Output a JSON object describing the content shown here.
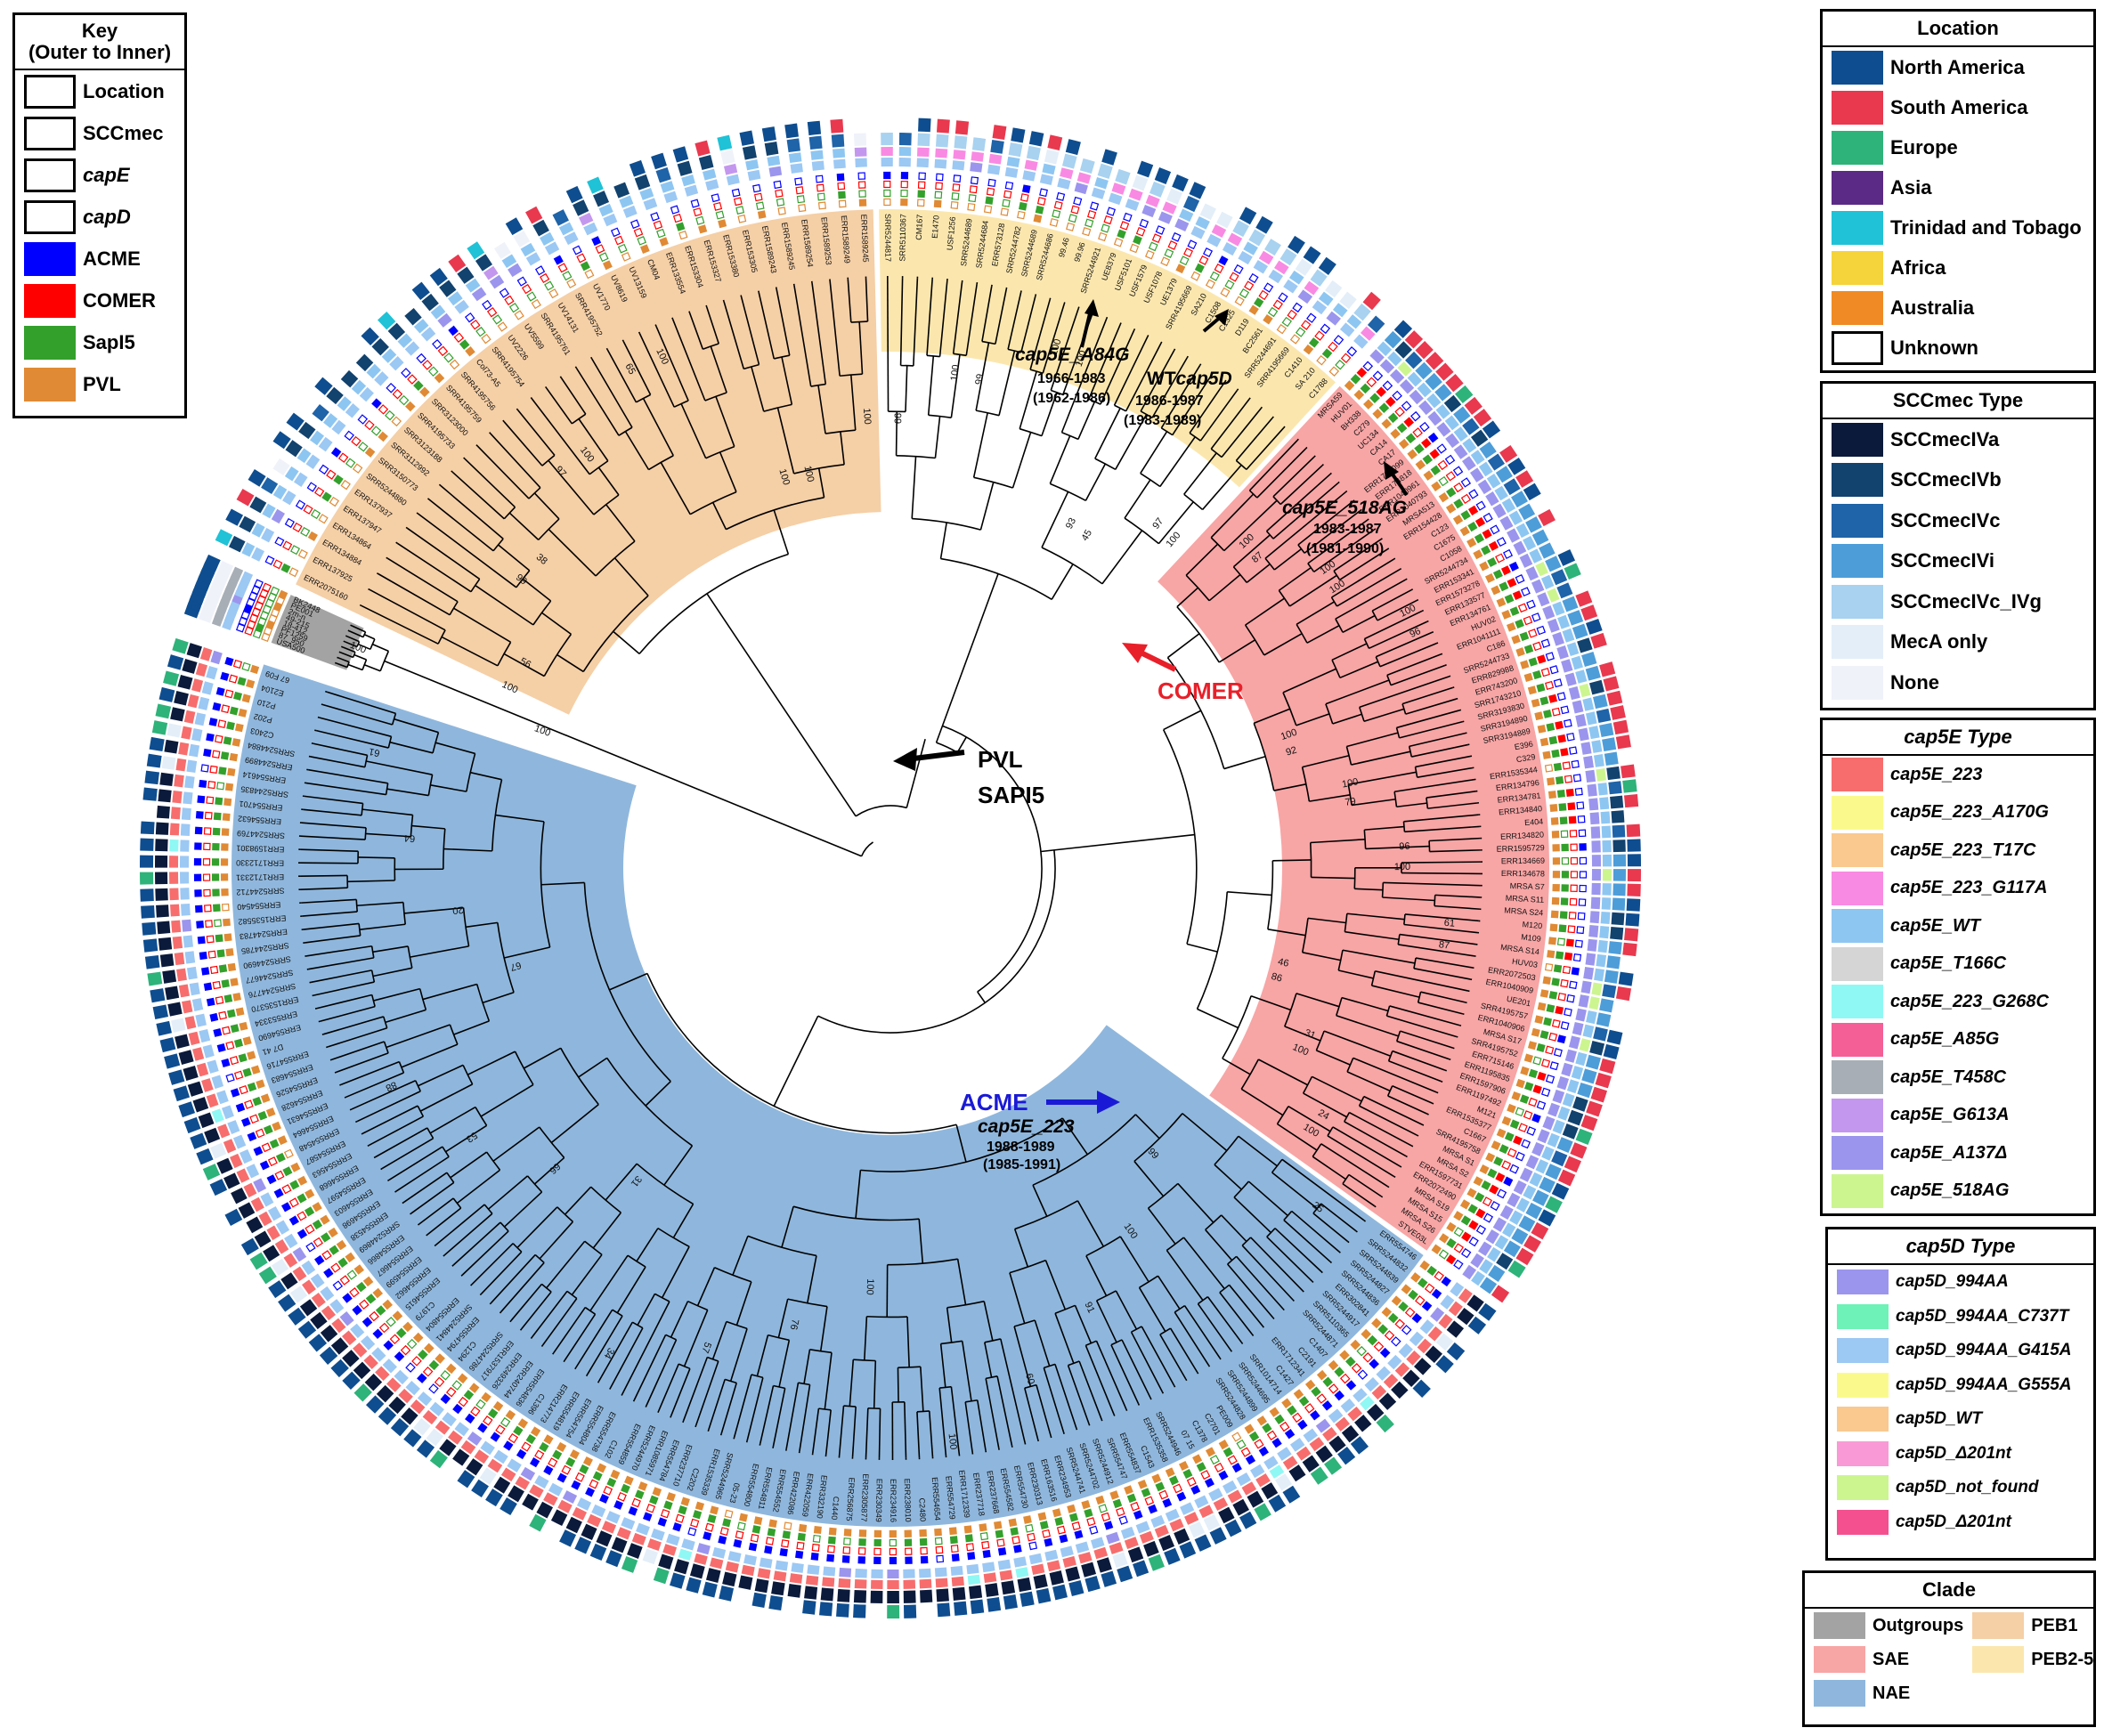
{
  "key": {
    "title": "Key\n(Outer to Inner)",
    "items": [
      {
        "label": "Location",
        "italic": false,
        "color": null
      },
      {
        "label": "SCCmec",
        "italic": false,
        "color": null
      },
      {
        "label": "capE",
        "italic": true,
        "color": null
      },
      {
        "label": "capD",
        "italic": true,
        "color": null
      },
      {
        "label": "ACME",
        "italic": false,
        "color": "#0000ff"
      },
      {
        "label": "COMER",
        "italic": false,
        "color": "#ff0000"
      },
      {
        "label": "SapI5",
        "italic": false,
        "color": "#33a02c"
      },
      {
        "label": "PVL",
        "italic": false,
        "color": "#e08a35"
      }
    ]
  },
  "location": {
    "title": "Location",
    "items": [
      {
        "label": "North America",
        "color": "#0e4d8f"
      },
      {
        "label": "South America",
        "color": "#e8394f"
      },
      {
        "label": "Europe",
        "color": "#2eb37a"
      },
      {
        "label": "Asia",
        "color": "#5b2a86"
      },
      {
        "label": "Trinidad and Tobago",
        "color": "#1fc2d6"
      },
      {
        "label": "Africa",
        "color": "#f5d33a"
      },
      {
        "label": "Australia",
        "color": "#f08a24"
      },
      {
        "label": "Unknown",
        "color": "#ffffff"
      }
    ]
  },
  "sccmec": {
    "title": "SCCmec Type",
    "items": [
      {
        "label": "SCCmecIVa",
        "color": "#0b1a3a"
      },
      {
        "label": "SCCmecIVb",
        "color": "#12426e"
      },
      {
        "label": "SCCmecIVc",
        "color": "#1f63a8"
      },
      {
        "label": "SCCmecIVi",
        "color": "#4d9dd9"
      },
      {
        "label": "SCCmecIVc_IVg",
        "color": "#a8d2f0"
      },
      {
        "label": "MecA only",
        "color": "#e3eef9"
      },
      {
        "label": "None",
        "color": "#f0f2fa"
      }
    ]
  },
  "cape": {
    "title": "cap5E Type",
    "items": [
      {
        "label": "cap5E_223",
        "color": "#f76d6d"
      },
      {
        "label": "cap5E_223_A170G",
        "color": "#fafa8c"
      },
      {
        "label": "cap5E_223_T17C",
        "color": "#f9c98f"
      },
      {
        "label": "cap5E_223_G117A",
        "color": "#f98ae3"
      },
      {
        "label": "cap5E_WT",
        "color": "#8ec6f2"
      },
      {
        "label": "cap5E_T166C",
        "color": "#d5d5d5"
      },
      {
        "label": "cap5E_223_G268C",
        "color": "#8ff8f4"
      },
      {
        "label": "cap5E_A85G",
        "color": "#f45f96"
      },
      {
        "label": "cap5E_T458C",
        "color": "#a7aeb6"
      },
      {
        "label": "cap5E_G613A",
        "color": "#c497ee"
      },
      {
        "label": "cap5E_A137Δ",
        "color": "#9b95ee"
      },
      {
        "label": "cap5E_518AG",
        "color": "#ccf590"
      }
    ]
  },
  "capd": {
    "title": "cap5D Type",
    "items": [
      {
        "label": "cap5D_994AA",
        "color": "#9b95ee"
      },
      {
        "label": "cap5D_994AA_C737T",
        "color": "#6ef2b7"
      },
      {
        "label": "cap5D_994AA_G415A",
        "color": "#9cc8f4"
      },
      {
        "label": "cap5D_994AA_G555A",
        "color": "#fafa8c"
      },
      {
        "label": "cap5D_WT",
        "color": "#f9c98f"
      },
      {
        "label": "cap5D_Δ201nt",
        "color": "#f99ad6"
      },
      {
        "label": "cap5D_not_found",
        "color": "#ccf590"
      },
      {
        "label": "cap5D_Δ201nt",
        "color": "#f4508f"
      }
    ]
  },
  "clade": {
    "title": "Clade",
    "items": [
      {
        "label": "Outgroups",
        "color": "#a3a3a3"
      },
      {
        "label": "PEB1",
        "color": "#f5cfa6"
      },
      {
        "label": "SAE",
        "color": "#f8a5a5"
      },
      {
        "label": "PEB2-5",
        "color": "#fbe7ae"
      },
      {
        "label": "NAE",
        "color": "#8fb7dd"
      }
    ]
  },
  "annotations": {
    "pvl": "PVL",
    "sapi5": "SAPI5",
    "comer": "COMER",
    "acme": "ACME",
    "a84g": {
      "title": "cap5E_A84G",
      "l1": "1966-1983",
      "l2": "(1962-1986)"
    },
    "wt": {
      "prefix": "WT",
      "title": "cap5D",
      "l1": "1986-1987",
      "l2": "(1983-1989)"
    },
    "ag518": {
      "title": "cap5E_518AG",
      "l1": "1983-1987",
      "l2": "(1981-1990)"
    },
    "e223": {
      "title": "cap5E_223",
      "l1": "1988-1989",
      "l2": "(1985-1991)"
    }
  },
  "bootstrap": [
    "100",
    "100",
    "99",
    "97",
    "65",
    "100",
    "100",
    "100",
    "100",
    "93",
    "97",
    "100",
    "100",
    "100",
    "100",
    "100",
    "96",
    "61",
    "46",
    "31",
    "24",
    "25",
    "99",
    "100",
    "91",
    "60",
    "100",
    "100",
    "76",
    "57",
    "34",
    "31",
    "66",
    "53",
    "88",
    "67",
    "20",
    "64",
    "61",
    "100",
    "56",
    "38",
    "100",
    "100",
    "100",
    "99",
    "99",
    "100",
    "45",
    "100",
    "87",
    "100",
    "96",
    "92",
    "79",
    "100",
    "87",
    "86",
    "100",
    "100"
  ],
  "taxa": {
    "outgroup": [
      "USA500",
      "87_950",
      "PF1259",
      "18-412",
      "49-215",
      "2m-n",
      "PE001",
      "BK2448"
    ],
    "peb1": [
      "ERR2075160",
      "ERR137925",
      "ERR134884",
      "ERR134864",
      "ERR137947",
      "ERR137937",
      "SRR5244880",
      "SRR3150773",
      "SRR3112992",
      "SRR3123188",
      "SRR4195733",
      "SRR3123000",
      "SRR4195759",
      "SRR4195756",
      "Col73-A5",
      "SRR4195754",
      "UV2226",
      "UV5599",
      "SRR4195761",
      "UV14131",
      "SRR4195752",
      "UV1770",
      "UV8619",
      "UV13159",
      "CM04",
      "ERR133554",
      "ERR153304",
      "ERR153327",
      "ERR153380",
      "ERR153305",
      "ERR1589243",
      "ERR1589245",
      "ERR1589254",
      "ERR1589253",
      "ERR1589249",
      "ERR1589245"
    ],
    "peb25": [
      "SRR5244817",
      "SRR5110367",
      "CM167",
      "E1470",
      "USF1256",
      "SRR5244689",
      "SRR5244684",
      "ERR573128",
      "SRR5244782",
      "SRR5244689",
      "SRR5244686",
      "99.46",
      "99.96",
      "SRR5244921",
      "UE8379",
      "USF5101",
      "USF1579",
      "USF1078",
      "UE1379",
      "SRR4195669",
      "SA210",
      "C1508",
      "C1325",
      "D119",
      "BC2561",
      "SRR5244691",
      "SRR4195669",
      "C1410",
      "SA 210",
      "C1788"
    ],
    "sae": [
      "MRSA59",
      "HUV01",
      "BH338",
      "C279",
      "UC134",
      "CA14",
      "CA17",
      "ERR1731099",
      "ERR174818",
      "ERR1040961",
      "ERR1040793",
      "MRSA513",
      "ERR154428",
      "C123",
      "C1675",
      "C1058",
      "SRR5244734",
      "ERR153341",
      "ERR1573278",
      "ERR133577",
      "ERR134761",
      "HUV02",
      "ERR1041111",
      "C186",
      "SRR5244733",
      "ERR829988",
      "ERR743200",
      "SRR1743210",
      "SRR3193830",
      "SRR3194890",
      "SRR3194889",
      "E396",
      "C329",
      "ERR1535344",
      "ERR134796",
      "ERR134781",
      "ERR134840",
      "E404",
      "ERR134820",
      "ERR1595729",
      "ERR134669",
      "ERR134678",
      "MRSA S7",
      "MRSA S11",
      "MRSA S24",
      "M120",
      "M109",
      "MRSA S14",
      "HUV03",
      "ERR2072503",
      "ERR1040909",
      "UE201",
      "SRR4195757",
      "ERR1040906",
      "MRSA S17",
      "SRR4195752",
      "ERR715146",
      "ERR1195835",
      "ERR1597906",
      "ERR1197492",
      "M121",
      "ERR1535377",
      "C1667",
      "SRR4195758",
      "MRSA S1",
      "MRSA S2",
      "ERR1597731",
      "ERR2072490",
      "MRSA S19",
      "MRSA S15",
      "MRSA S26",
      "STVE03L"
    ],
    "nae": [
      "ERR554746",
      "SRR5244832",
      "SRR5244839",
      "SRR5244827",
      "SRR5244836",
      "ERR302841",
      "SRR5244917",
      "SRR5110365",
      "SRR5244871",
      "C1407",
      "C2191",
      "ERR1712341",
      "C1427",
      "SRR1014714",
      "SRR5244695",
      "SRR5244899",
      "SRR5244828",
      "PE009",
      "C2701",
      "C1378",
      "07 15",
      "SRR5244946",
      "ERR1535358",
      "C1543",
      "ERR554837",
      "SRR554747",
      "SRR5244912",
      "SRR5244702",
      "SRR5244741",
      "ERR234953",
      "ERR163516",
      "ERR230313",
      "ERR554730",
      "ERR554582",
      "ERR237668",
      "ERR237718",
      "ERR1712339",
      "ERR554729",
      "ERR554654",
      "C2480",
      "ERR238010",
      "ERR234916",
      "ERR230349",
      "ERR2305877",
      "ERR256875",
      "C1440",
      "ERR332190",
      "ERR422059",
      "ERR422086",
      "ERR554552",
      "ERR554811",
      "ERR554800",
      "05-23",
      "SRR5244965",
      "ERR1535339",
      "C2202",
      "ERR237710",
      "ERR554784",
      "ERR1085971",
      "ERR5244970",
      "ERR554859",
      "C102",
      "ERR554738",
      "ERR554804",
      "ERR554754",
      "ERR554819",
      "ERR214773",
      "C1396",
      "ERR554836",
      "ERR240744",
      "ERR249326",
      "ERR1537917",
      "SRR5244786",
      "C1294",
      "ERR554794",
      "SRR5244841",
      "ERR554804",
      "C1979",
      "ERR554615",
      "ERR554662",
      "ERR554599",
      "ERR554667",
      "ERR554866",
      "SRR5244869",
      "ERR554538",
      "ERR554698",
      "ERR554603",
      "ERR554597",
      "ERR554668",
      "ERR554563",
      "ERR554587",
      "ERR554548",
      "ERR554664",
      "ERR554631",
      "ERR554628",
      "ERR554526",
      "ERR554683",
      "ERR554716",
      "D7 41",
      "ERR554690",
      "ERR553334",
      "ERR1535370",
      "SRR5244776",
      "SRR5244677",
      "SRR5244690",
      "SRR5244785",
      "ERR5244783",
      "ERR1535582",
      "ERR554540",
      "SRR5244712",
      "ERR1712331",
      "ERR1712330",
      "ERR1598301",
      "SRR5244769",
      "ERR554632",
      "ERR554701",
      "SRR5244835",
      "ERR554614",
      "ERR5244899",
      "SRR5244884",
      "C2403",
      "P202",
      "P210",
      "E2104",
      "67 F09"
    ]
  }
}
